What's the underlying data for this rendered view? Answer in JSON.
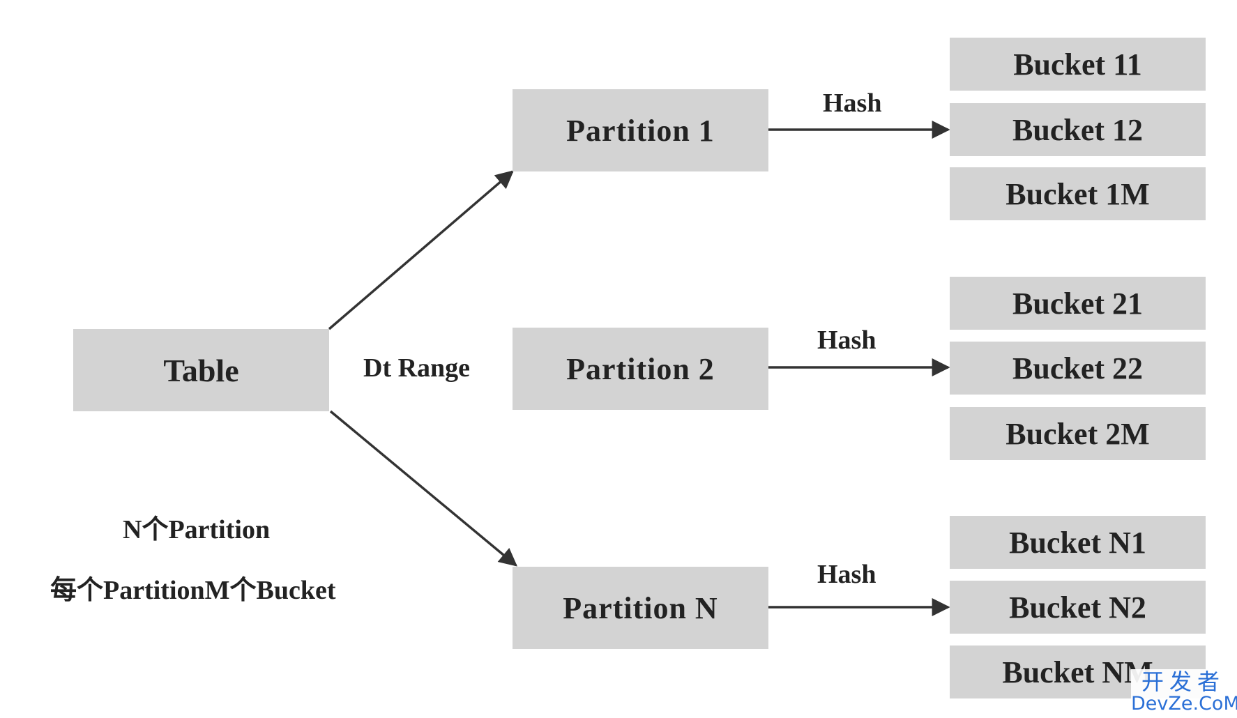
{
  "nodes": {
    "table": "Table",
    "partitions": [
      "Partition 1",
      "Partition 2",
      "Partition N"
    ],
    "buckets": [
      [
        "Bucket 11",
        "Bucket 12",
        "Bucket 1M"
      ],
      [
        "Bucket 21",
        "Bucket 22",
        "Bucket 2M"
      ],
      [
        "Bucket N1",
        "Bucket N2",
        "Bucket NM"
      ]
    ]
  },
  "edge_labels": {
    "range": "Dt Range",
    "hash": [
      "Hash",
      "Hash",
      "Hash"
    ]
  },
  "notes": {
    "line1": "N个Partition",
    "line2": "每个PartitionM个Bucket"
  },
  "watermark": {
    "top": "开发者",
    "bottom": "DevZe.CoM"
  },
  "colors": {
    "node_fill": "#d3d3d3",
    "text": "#222222",
    "edge": "#333333",
    "watermark": "#2a6fd6"
  }
}
